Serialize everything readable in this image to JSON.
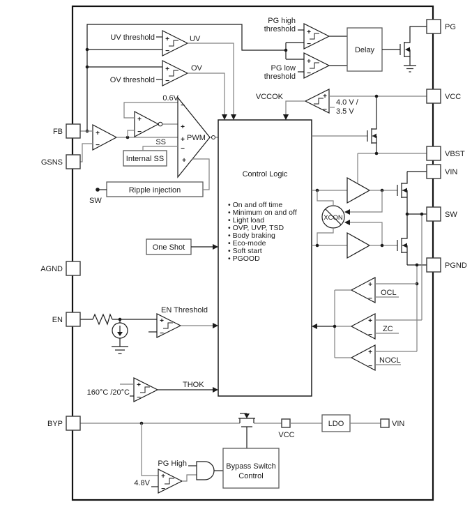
{
  "diagram_type": "ic-functional-block-diagram",
  "colors": {
    "wire_gray": "#808080",
    "symbol_black": "#1a1a1a",
    "background": "#ffffff"
  },
  "pins": {
    "left": [
      "FB",
      "GSNS",
      "AGND",
      "EN",
      "BYP"
    ],
    "right": [
      "PG",
      "VCC",
      "VBST",
      "VIN",
      "SW",
      "PGND"
    ],
    "internal": {
      "vcc": "VCC",
      "vin": "VIN"
    }
  },
  "blocks": {
    "delay": "Delay",
    "internal_ss": "Internal SS",
    "ripple_injection": "Ripple injection",
    "one_shot": "One Shot",
    "ldo": "LDO",
    "bypass_line1": "Bypass Switch",
    "bypass_line2": "Control",
    "control_logic": {
      "title": "Control Logic",
      "bullets": [
        "• On and off time",
        "• Minimum on and off",
        "• Light load",
        "• OVP, UVP, TSD",
        "• Body braking",
        "• Eco-mode",
        "• Soft start",
        "• PGOOD"
      ]
    }
  },
  "labels": {
    "uv_threshold": "UV threshold",
    "ov_threshold": "OV threshold",
    "uv": "UV",
    "ov": "OV",
    "pg_high_1": "PG high",
    "pg_high_2": "threshold",
    "pg_low_1": "PG low",
    "pg_low_2": "threshold",
    "ref": "0.6V",
    "pwm": "PWM",
    "ss": "SS",
    "sw": "SW",
    "vccok": "VCCOK",
    "vcc_th_1": "4.0 V /",
    "vcc_th_2": "3.5 V",
    "en_threshold": "EN Threshold",
    "temp_threshold": "160°C /20°C",
    "thok": "THOK",
    "ocl": "OCL",
    "zc": "ZC",
    "nocl": "NOCL",
    "xcon": "XCON",
    "byp_threshold": "4.8V",
    "pg_high_sig": "PG High",
    "plus": "+",
    "minus": "−"
  }
}
